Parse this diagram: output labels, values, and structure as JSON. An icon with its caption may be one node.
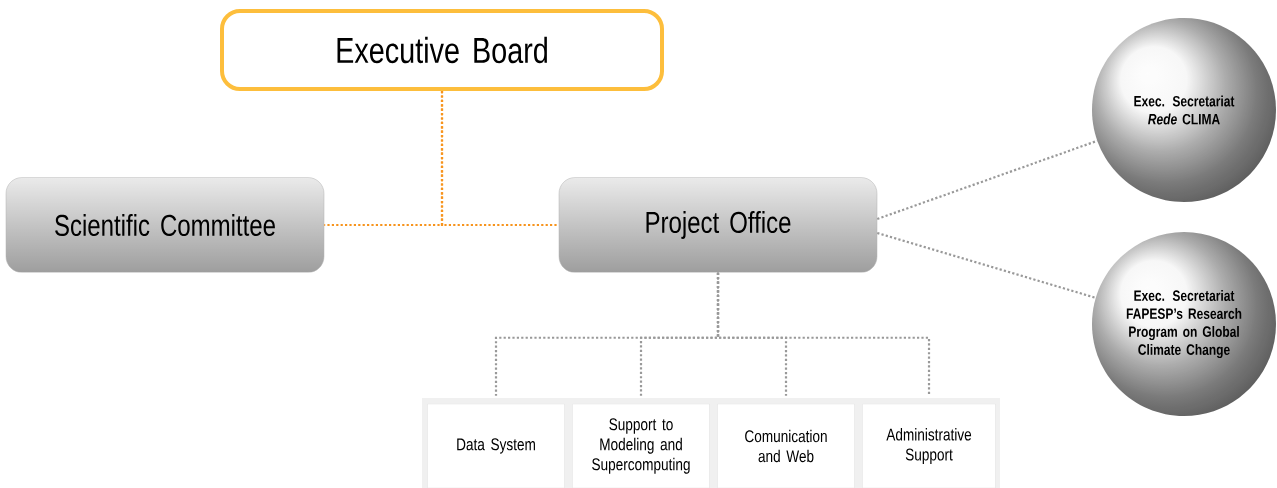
{
  "diagram": {
    "nodes": [
      {
        "text": [
          "Executive Board"
        ]
      },
      {
        "text": [
          "Scientific Committee"
        ]
      },
      {
        "text": [
          "Project Office"
        ]
      },
      {
        "text": [
          "Exec. Secretariat *Rede* CLIMA"
        ]
      },
      {
        "text": [
          "Exec. Secretariat FAPESP’s Research Program on Global Climate Change"
        ]
      },
      {
        "text": [
          "Data System"
        ]
      },
      {
        "text": [
          "Support to Modeling and Supercomputing"
        ]
      },
      {
        "text": [
          "Comunication and Web"
        ]
      },
      {
        "text": [
          "Administrative Support"
        ]
      }
    ],
    "edges": [
      {
        "from": 0,
        "to": 1,
        "arrow": "none",
        "color": "#f7941d"
      },
      {
        "from": 0,
        "to": 2,
        "arrow": "none",
        "color": "#f7941d"
      },
      {
        "from": 2,
        "to": 3,
        "arrow": "none"
      },
      {
        "from": 2,
        "to": 4,
        "arrow": "none"
      },
      {
        "from": 2,
        "to": 5,
        "arrow": "none"
      },
      {
        "from": 2,
        "to": 6,
        "arrow": "none"
      },
      {
        "from": 2,
        "to": 7,
        "arrow": "none"
      },
      {
        "from": 2,
        "to": 8,
        "arrow": "none"
      }
    ]
  }
}
